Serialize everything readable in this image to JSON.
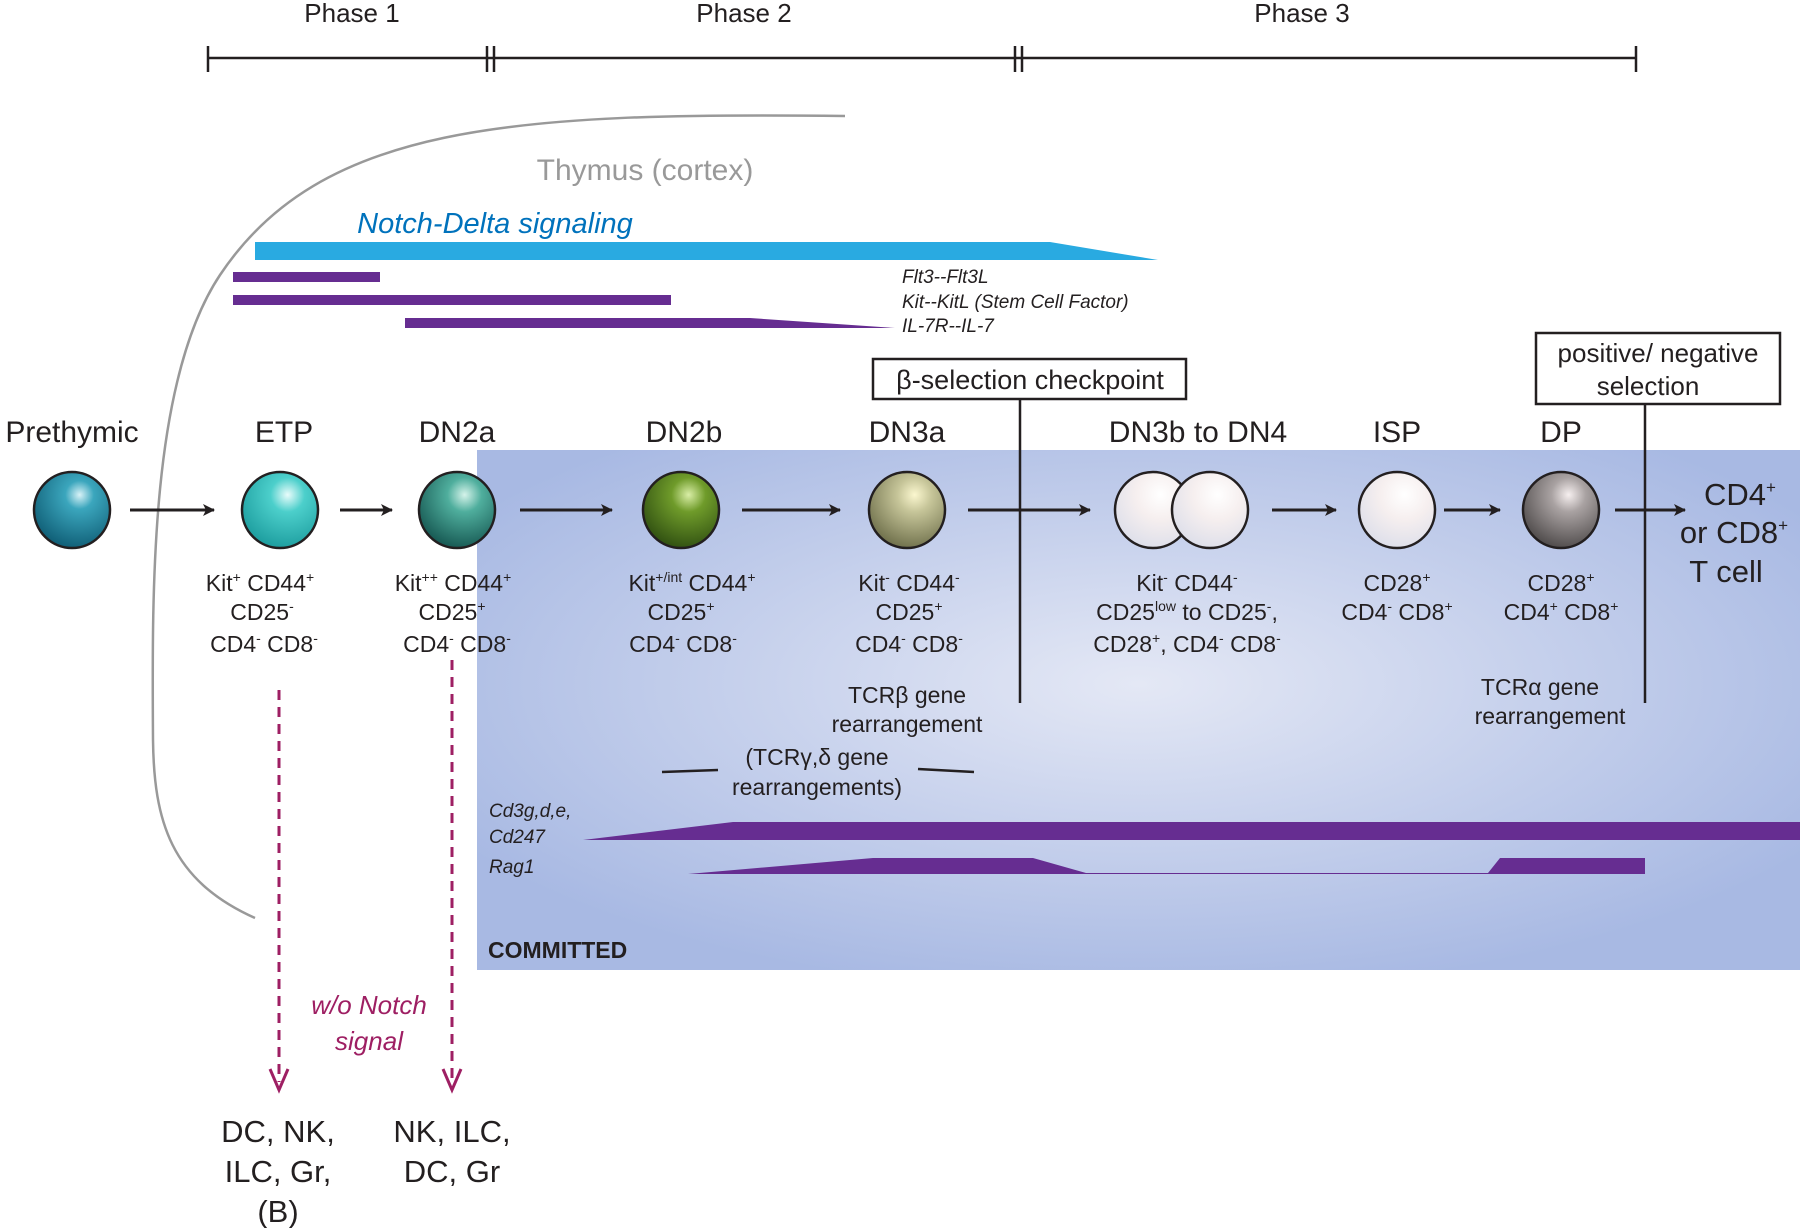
{
  "phases": [
    {
      "label": "Phase 1"
    },
    {
      "label": "Phase 2"
    },
    {
      "label": "Phase 3"
    }
  ],
  "thymus_label": "Thymus (cortex)",
  "notch_label": "Notch-Delta signaling",
  "signal_labels": [
    "Flt3--Flt3L",
    "Kit--KitL (Stem Cell Factor)",
    "IL-7R--IL-7"
  ],
  "checkpoints": {
    "beta": {
      "symbol": "β",
      "text": "-selection checkpoint"
    },
    "positive_negative": {
      "line1": "positive/ negative",
      "line2": "selection"
    }
  },
  "stages": [
    {
      "name": "Prethymic"
    },
    {
      "name": "ETP"
    },
    {
      "name": "DN2a"
    },
    {
      "name": "DN2b"
    },
    {
      "name": "DN3a"
    },
    {
      "name": "DN3b to DN4"
    },
    {
      "name": "ISP"
    },
    {
      "name": "DP"
    }
  ],
  "markers": {
    "etp": {
      "line1": {
        "a": "Kit",
        "a_sup": "+",
        "b": " CD44",
        "b_sup": "+"
      },
      "line2": {
        "a": "CD25",
        "a_sup": "-"
      },
      "line3": {
        "a": "CD4",
        "a_sup": "-",
        "b": " CD8",
        "b_sup": "-"
      }
    },
    "dn2a": {
      "line1": {
        "a": "Kit",
        "a_sup": "++",
        "b": " CD44",
        "b_sup": "+"
      },
      "line2": {
        "a": "CD25",
        "a_sup": "+"
      },
      "line3": {
        "a": "CD4",
        "a_sup": "-",
        "b": " CD8",
        "b_sup": "-"
      }
    },
    "dn2b": {
      "line1": {
        "a": "Kit",
        "a_sup": "+/int",
        "b": " CD44",
        "b_sup": "+"
      },
      "line2": {
        "a": "CD25",
        "a_sup": "+"
      },
      "line3": {
        "a": "CD4",
        "a_sup": "-",
        "b": " CD8",
        "b_sup": "-"
      }
    },
    "dn3a": {
      "line1": {
        "a": "Kit",
        "a_sup": "-",
        "b": " CD44",
        "b_sup": "-"
      },
      "line2": {
        "a": "CD25",
        "a_sup": "+"
      },
      "line3": {
        "a": "CD4",
        "a_sup": "-",
        "b": " CD8",
        "b_sup": "-"
      }
    },
    "dn3b": {
      "line1": {
        "a": "Kit",
        "a_sup": "-",
        "b": " CD44",
        "b_sup": "-"
      },
      "line2": {
        "a": "CD25",
        "a_sup": "low",
        "b": " to CD25",
        "b_sup": "-",
        "c": ","
      },
      "line3": {
        "a": "CD28",
        "a_sup": "+",
        "b": ", CD4",
        "b_sup": "-",
        "c": " CD8",
        "c_sup": "-"
      }
    },
    "isp": {
      "line1": {
        "a": "CD28",
        "a_sup": "+"
      },
      "line2": {
        "a": "CD4",
        "a_sup": "-",
        "b": " CD8",
        "b_sup": "+"
      }
    },
    "dp": {
      "line1": {
        "a": "CD28",
        "a_sup": "+"
      },
      "line2": {
        "a": "CD4",
        "a_sup": "+",
        "b": " CD8",
        "b_sup": "+"
      }
    }
  },
  "outcome": {
    "line1": {
      "a": "CD4",
      "a_sup": "+"
    },
    "line2": {
      "a": "or CD8",
      "a_sup": "+"
    },
    "line3": "T cell"
  },
  "tcrb": {
    "pre": "TCR",
    "symbol": "β",
    "post": " gene",
    "line2": "rearrangement"
  },
  "tcrgd": {
    "pre": "(TCR",
    "symbols": "γ,δ",
    "post": " gene",
    "line2": "rearrangements)"
  },
  "tcra": {
    "pre": "TCR",
    "symbol": "α",
    "post": " gene",
    "line2": "rearrangement"
  },
  "gene_labels": {
    "cd3_line1": "Cd3g,d,e,",
    "cd3_line2": "Cd247",
    "rag1": "Rag1"
  },
  "committed_label": "COMMITTED",
  "notch_absent": {
    "line1": "w/o Notch",
    "line2": "signal"
  },
  "alt_fates": {
    "etp": [
      "DC, NK,",
      "ILC, Gr,",
      "(B)"
    ],
    "dn2a": [
      "NK, ILC,",
      "DC, Gr"
    ]
  },
  "colors": {
    "notch_blue": "#29aae1",
    "signal_purple": "#662d91",
    "committed_bg": "#a8b9e3",
    "dashed_arrow": "#9e1f63",
    "thymus_gray": "#999999"
  }
}
